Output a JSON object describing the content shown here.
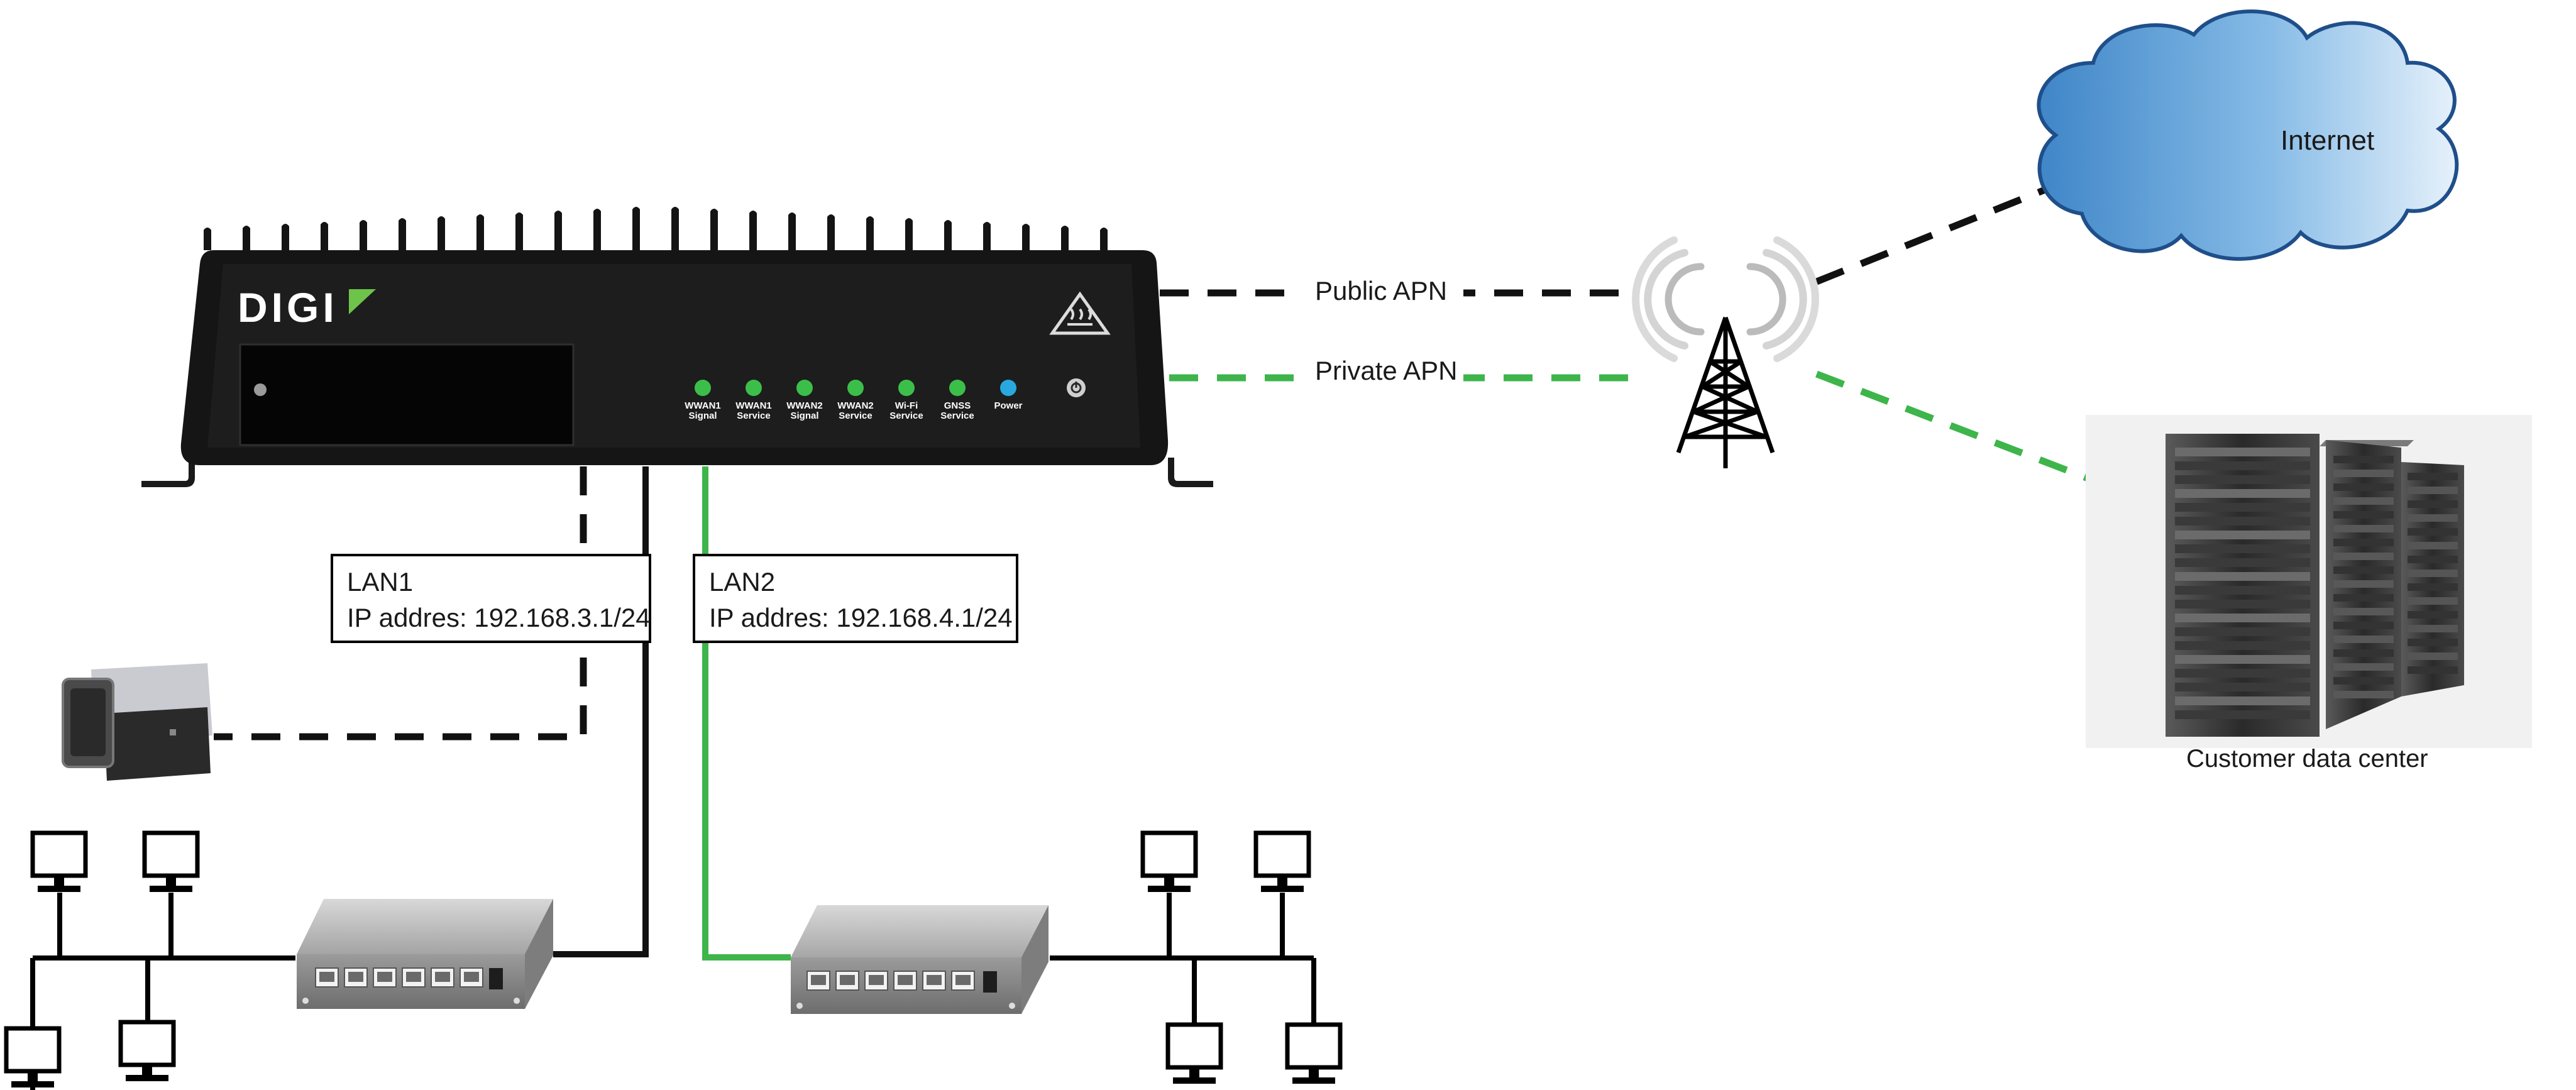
{
  "router": {
    "brand": "DIGI",
    "leds": [
      {
        "line1": "WWAN1",
        "line2": "Signal",
        "color": "#3cbf4a"
      },
      {
        "line1": "WWAN1",
        "line2": "Service",
        "color": "#3cbf4a"
      },
      {
        "line1": "WWAN2",
        "line2": "Signal",
        "color": "#3cbf4a"
      },
      {
        "line1": "WWAN2",
        "line2": "Service",
        "color": "#3cbf4a"
      },
      {
        "line1": "Wi-Fi",
        "line2": "Service",
        "color": "#3cbf4a"
      },
      {
        "line1": "GNSS",
        "line2": "Service",
        "color": "#3cbf4a"
      },
      {
        "line1": "Power",
        "line2": "",
        "color": "#29a8e0"
      }
    ]
  },
  "links": {
    "public_apn": "Public APN",
    "private_apn": "Private APN"
  },
  "lan1": {
    "title": "LAN1",
    "ip": "IP addres: 192.168.3.1/24"
  },
  "lan2": {
    "title": "LAN2",
    "ip": "IP addres: 192.168.4.1/24"
  },
  "cloud": {
    "label": "Internet"
  },
  "datacenter": {
    "label": "Customer data center"
  },
  "colors": {
    "public_link": "#111111",
    "private_link": "#3db54a",
    "cloud_fill": "#6aa8dc"
  }
}
